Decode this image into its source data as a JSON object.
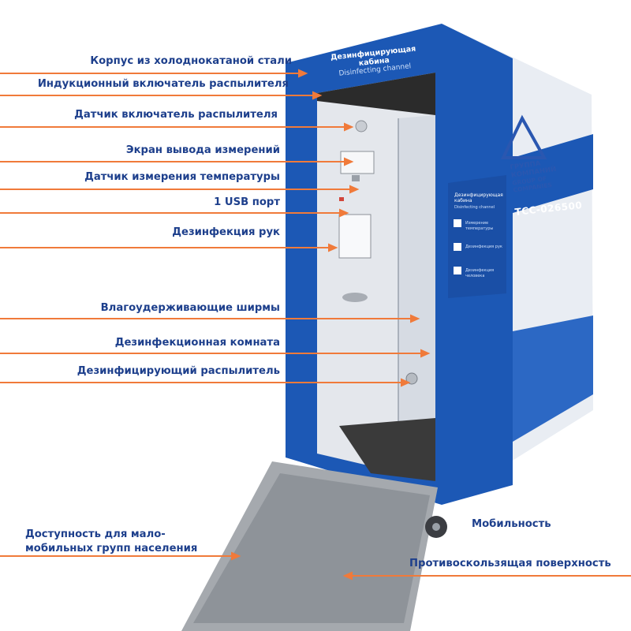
{
  "labels": {
    "body_steel": "Корпус из холоднокатаной стали",
    "induction_switch": "Индукционный включатель распылителя",
    "sensor_switch": "Датчик включатель распылителя",
    "screen": "Экран вывода измерений",
    "temp_sensor": "Датчик измерения температуры",
    "usb": "1 USB порт",
    "hand_disinfection": "Дезинфекция рук",
    "screens_moisture": "Влагоудерживающие ширмы",
    "room": "Дезинфекционная комната",
    "sprayer": "Дезинфицирующий распылитель",
    "accessibility_line1": "Доступность для мало-",
    "accessibility_line2": "мобильных групп населения",
    "mobility": "Мобильность",
    "anti_slip": "Противоскользящая поверхность"
  },
  "cabin": {
    "title_ru": "Дезинфицирующая кабина",
    "title_en": "Disinfecting channel",
    "brand_ru": "ГРУППА КОМПАНИЙ",
    "brand_en": "GROUP OF COMPANIES",
    "model": "ТСС-026500",
    "panel_title_ru": "Дезинфицирующая кабина",
    "panel_title_en": "Disinfecting channel",
    "panel_items": [
      "Измерение температуры",
      "Дезинфекция рук",
      "Дезинфекция человека"
    ]
  },
  "colors": {
    "label_text": "#1d3f8c",
    "arrow": "#f07a3a",
    "cabin_blue": "#1c58b5",
    "cabin_white": "#eceff4"
  }
}
